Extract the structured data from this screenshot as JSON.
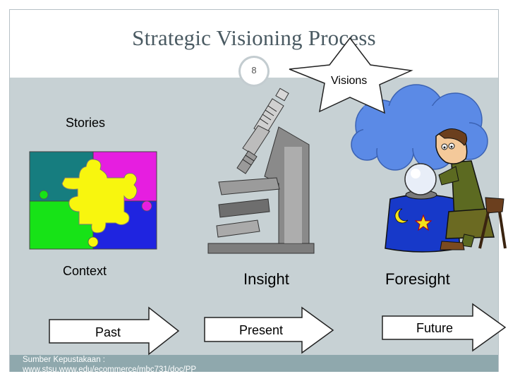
{
  "slide": {
    "title": "Strategic Visioning Process",
    "slide_number": "8"
  },
  "labels": {
    "visions": "Visions",
    "stories": "Stories",
    "context": "Context",
    "insight": "Insight",
    "foresight": "Foresight"
  },
  "arrows": {
    "past": "Past",
    "present": "Present",
    "future": "Future"
  },
  "footer": {
    "source_line1": "Sumber Kepustakaan :",
    "source_line2": "www.stsu.www.edu/ecommerce/mbc731/doc/PP"
  },
  "icons": [
    "puzzle-icon",
    "microscope-icon",
    "fortune-teller-icon",
    "thought-cloud-icon",
    "star-icon",
    "arrow-right-icon"
  ],
  "colors": {
    "title": "#4a5a62",
    "content_background": "#c7d1d4",
    "footer_bar": "#8fa8ad",
    "cloud": "#5b8ae6"
  }
}
